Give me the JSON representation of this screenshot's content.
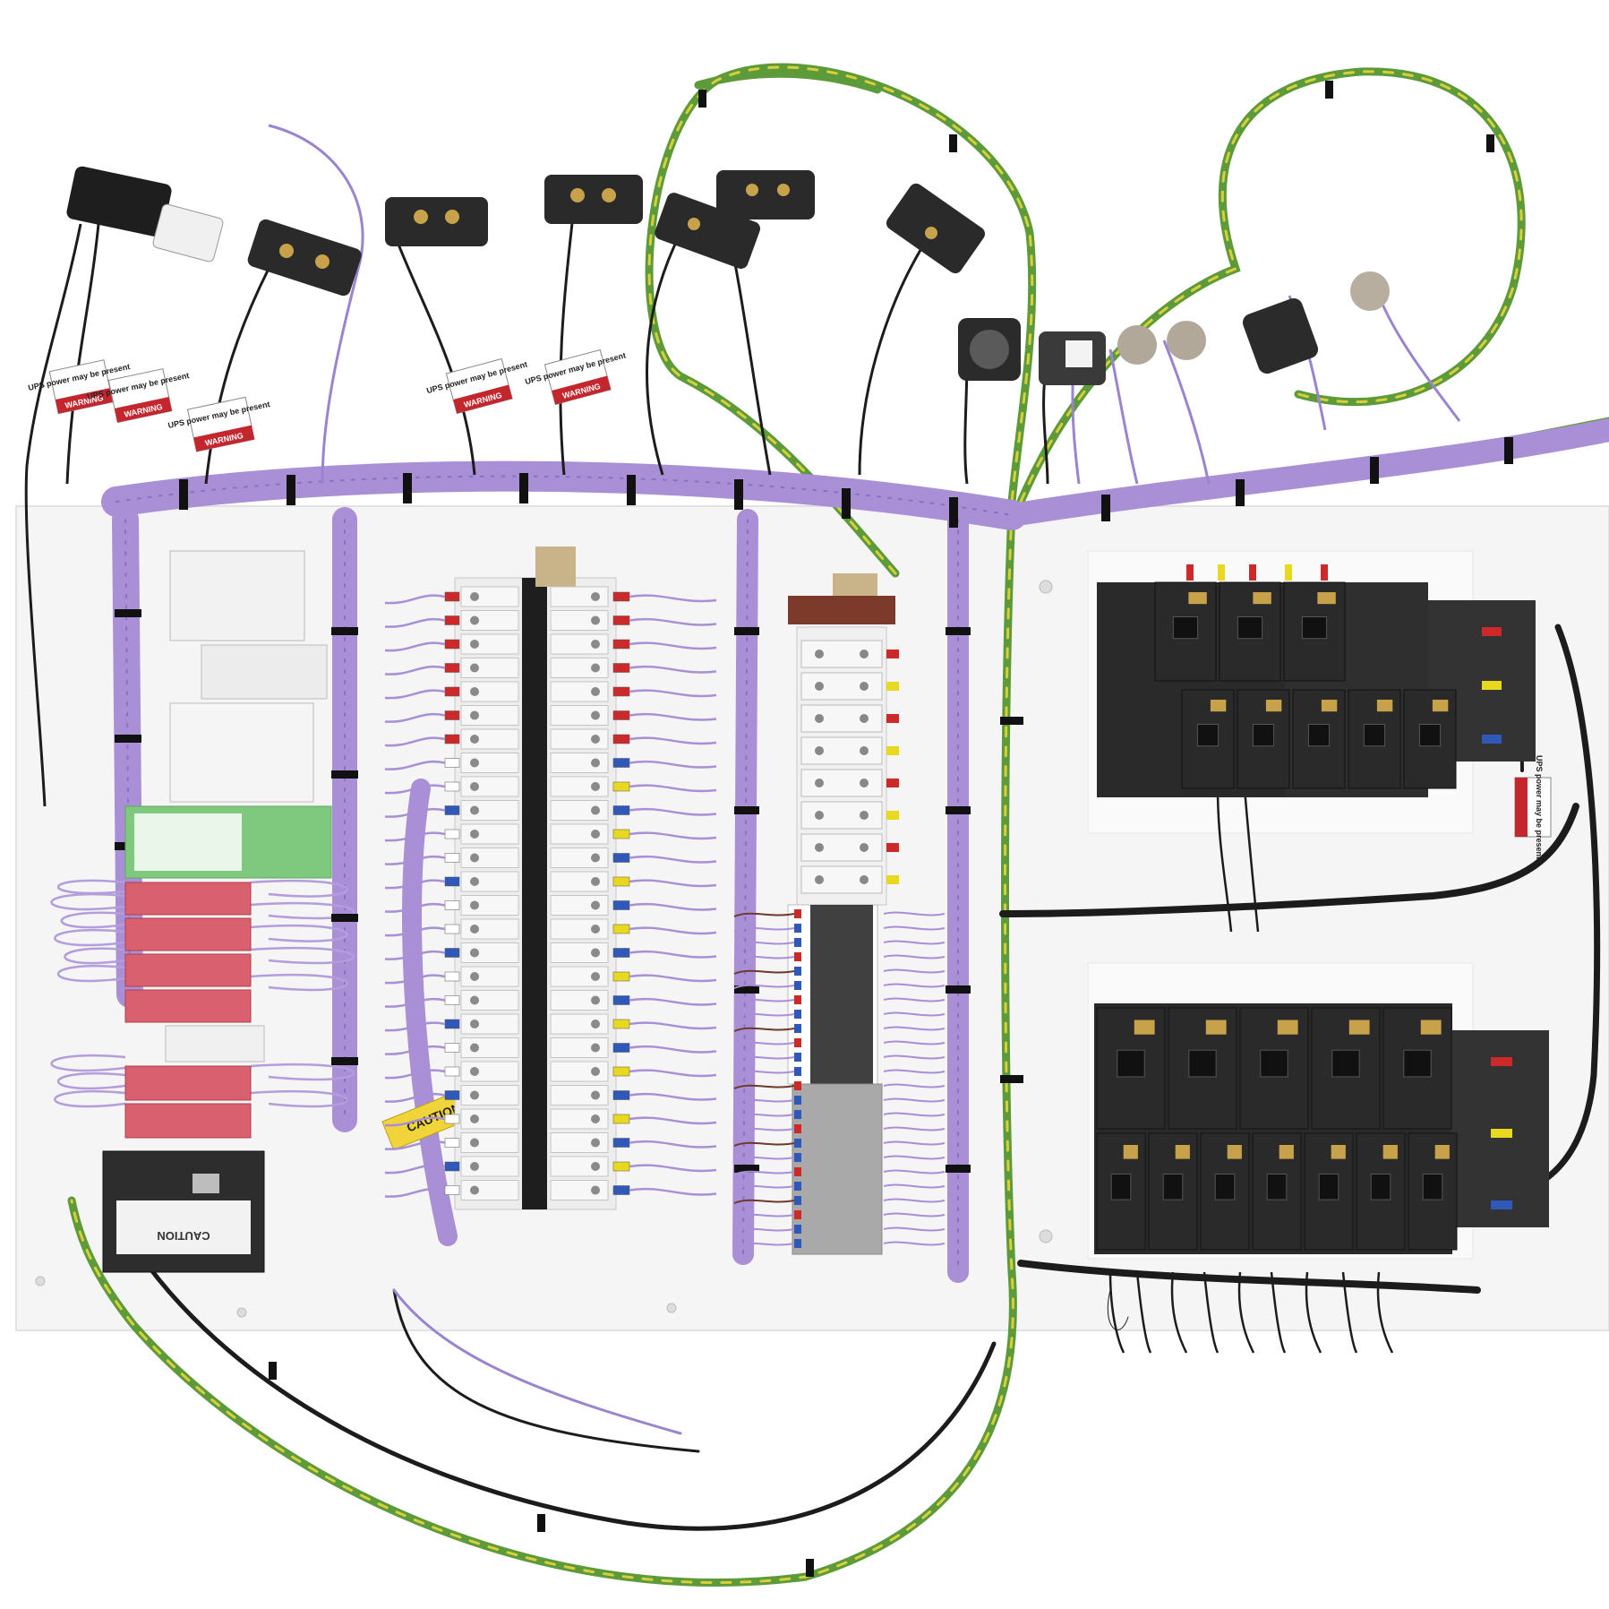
{
  "colors": {
    "background": "#ffffff",
    "panel": "#f4f4f4",
    "purple_wire": "#a98fd6",
    "purple_dark": "#8a6fc2",
    "black_wire": "#1c1c1c",
    "ground_green": "#5d9a3a",
    "ground_yellow": "#d8cf3a",
    "breaker_black": "#2a2a2a",
    "terminal_white": "#f2f2f2",
    "terminal_grey": "#a9a9a9",
    "safety_red": "#d9606e",
    "din_green": "#7fc97f",
    "ferrule_red": "#cc2a2a",
    "ferrule_yellow": "#e8d81e",
    "ferrule_blue": "#2f58b8",
    "warning_red": "#c4262e"
  },
  "labels": {
    "warning_tag": "WARNING",
    "warning_text": "UPS power may be present",
    "caution_device": "CAUTION",
    "caution_tag": "CAUTION"
  }
}
